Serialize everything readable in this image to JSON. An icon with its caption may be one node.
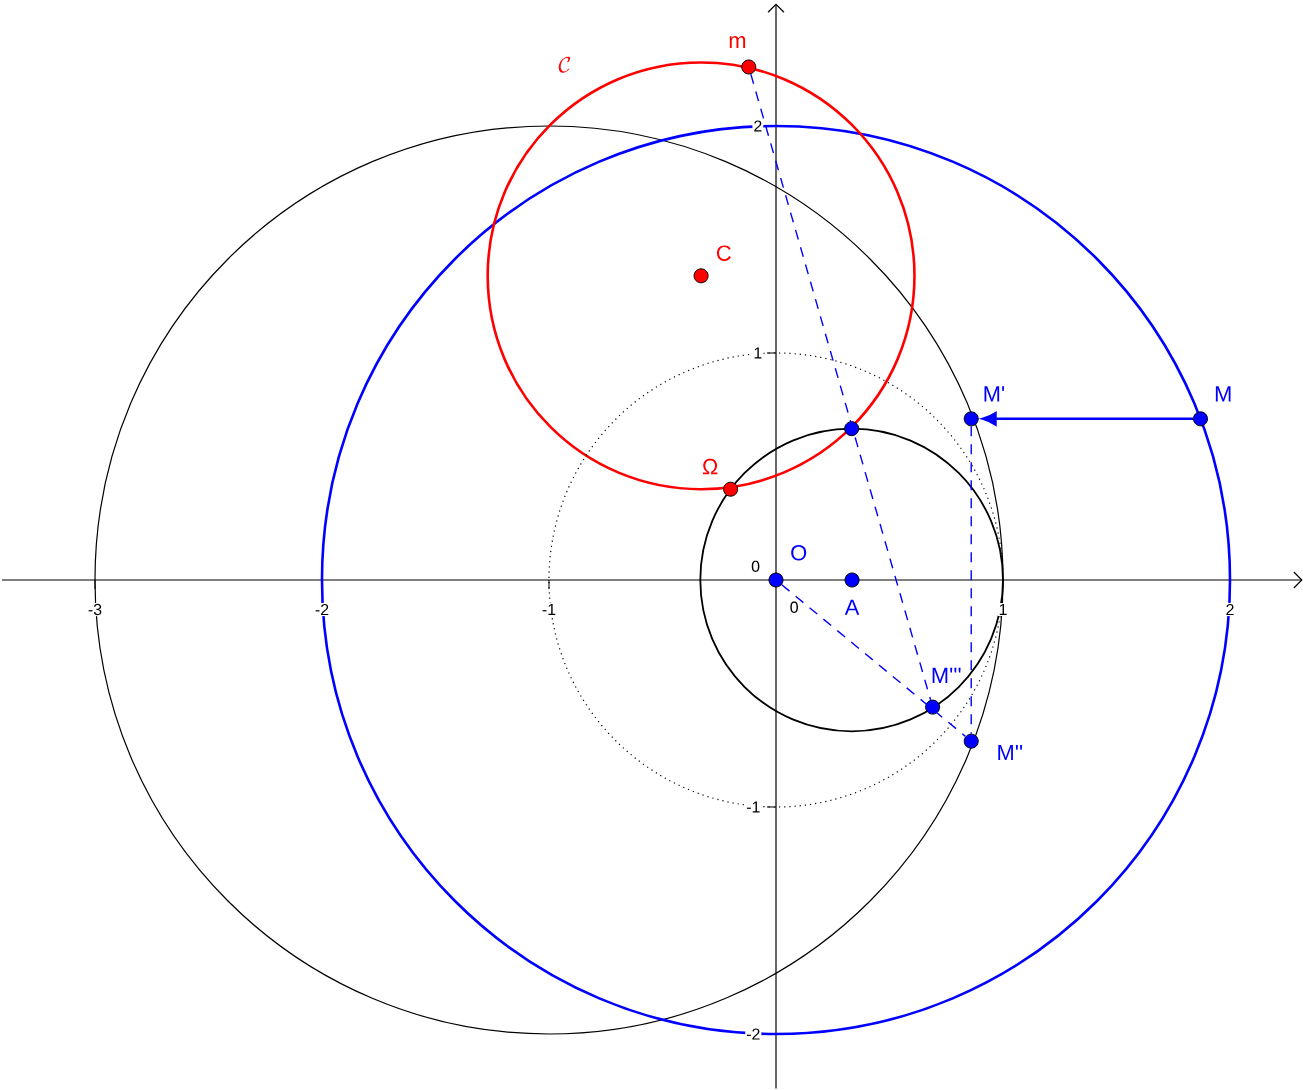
{
  "diagram": {
    "nodes": [
      {
        "text": [
          "M"
        ]
      },
      {
        "text": [
          "M'"
        ]
      },
      {
        "text": [
          "M''"
        ]
      },
      {
        "text": [
          "M'''"
        ]
      },
      {
        "text": [
          "O"
        ]
      },
      {
        "text": [
          "A"
        ]
      },
      {
        "text": [
          "C"
        ]
      },
      {
        "text": [
          "m"
        ]
      },
      {
        "text": [
          "Ω"
        ]
      },
      {
        "text": [],
        "shape": "circle"
      }
    ],
    "edges": [
      {
        "from": 0,
        "to": 1,
        "arrow": "to"
      },
      {
        "from": 7,
        "to": 3,
        "arrow": "none",
        "style": "dashed"
      },
      {
        "from": 4,
        "to": 2,
        "arrow": "none",
        "style": "dashed"
      },
      {
        "from": 1,
        "to": 2,
        "arrow": "none",
        "style": "dashed"
      }
    ],
    "labels": [
      "\\mathcal{C}",
      "2",
      "1",
      "0",
      "-3",
      "-2",
      "-1",
      "0",
      "1",
      "2",
      "-1",
      "-2"
    ]
  }
}
